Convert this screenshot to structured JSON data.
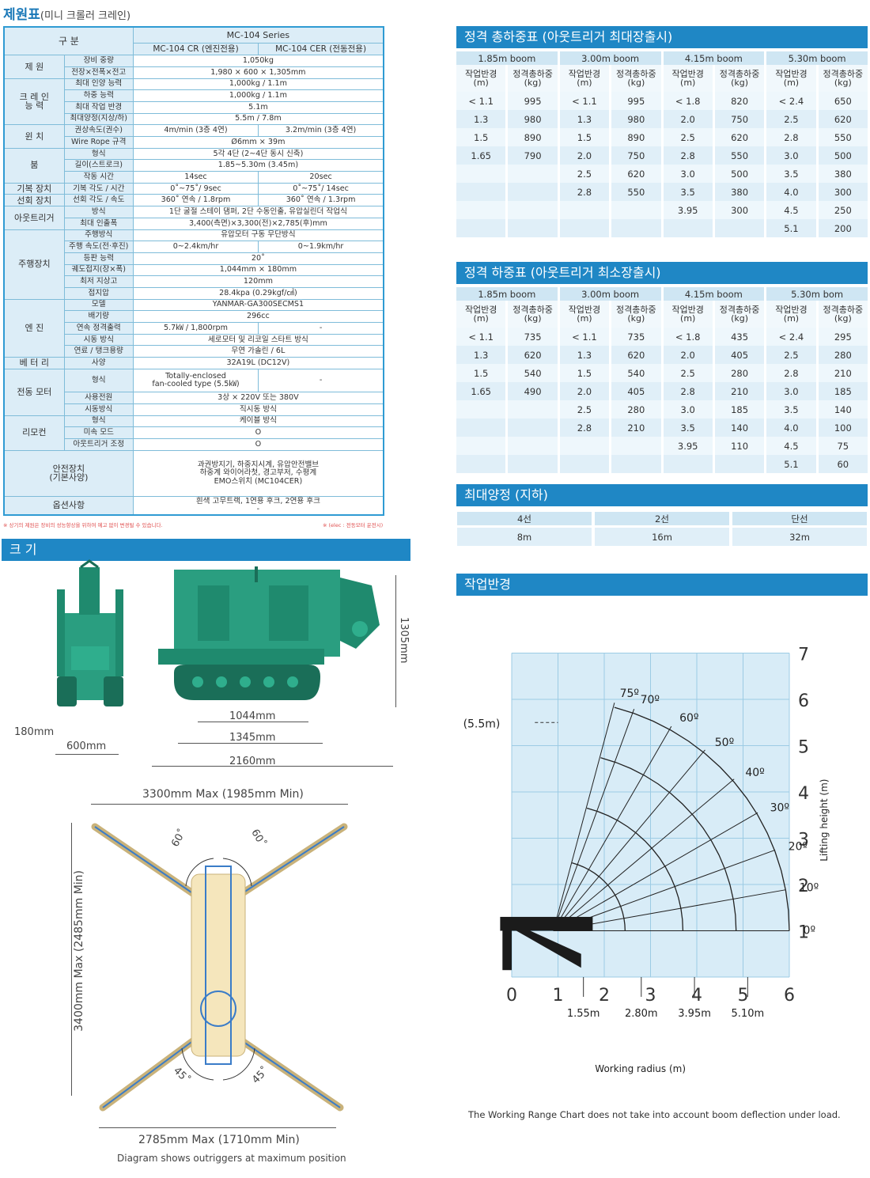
{
  "title": "제원표",
  "subtitle": "(미니 크롤러 크레인)",
  "spec": {
    "head": {
      "col": "구 분",
      "series": "MC-104 Series",
      "cr": "MC-104 CR (엔진전용)",
      "cer": "MC-104 CER (전동전용)"
    },
    "cats": [
      "제 원",
      "크 레 인\n능 력",
      "윈 치",
      "붐",
      "기복 장치",
      "선회 장치",
      "아웃트리거",
      "주행장치",
      "엔 진",
      "베 터 리",
      "전동 모터",
      "리모컨",
      "안전장치\n(기본사양)",
      "옵션사항"
    ],
    "r": [
      [
        "장비 중량",
        "1,050kg"
      ],
      [
        "전장×전폭×전고",
        "1,980 × 600 × 1,305mm"
      ],
      [
        "최대 인양 능력",
        "1,000kg / 1.1m"
      ],
      [
        "하중 능력",
        "1,000kg / 1.1m"
      ],
      [
        "최대 작업 반경",
        "5.1m"
      ],
      [
        "최대양정(지상/하)",
        "5.5m / 7.8m"
      ],
      [
        "권상속도(권수)",
        "4m/min (3층 4연)",
        "3.2m/min (3층 4연)"
      ],
      [
        "Wire Rope 규격",
        "Ø6mm × 39m"
      ],
      [
        "형식",
        "5각 4단 (2~4단 동시 신축)"
      ],
      [
        "길이(스트로크)",
        "1.85~5.30m (3.45m)"
      ],
      [
        "작동 시간",
        "14sec",
        "20sec"
      ],
      [
        "기복 각도 / 시간",
        "0˚~75˚/ 9sec",
        "0˚~75˚/ 14sec"
      ],
      [
        "선회 각도 / 속도",
        "360˚ 연속 / 1.8rpm",
        "360˚ 연속 / 1.3rpm"
      ],
      [
        "방식",
        "1단 굴절 스테이 댐퍼, 2단 수동인출, 유압실린더 작업식"
      ],
      [
        "최대 인출폭",
        "3,400(측면)×3,300(전)×2,785(후)mm"
      ],
      [
        "주행방식",
        "유압모터 구동 무단방식"
      ],
      [
        "주행 속도(전·후진)",
        "0~2.4km/hr",
        "0~1.9km/hr"
      ],
      [
        "등판 능력",
        "20˚"
      ],
      [
        "궤도접지(장×폭)",
        "1,044mm × 180mm"
      ],
      [
        "최저 지상고",
        "120mm"
      ],
      [
        "접지압",
        "28.4kpa (0.29kgf/㎠)"
      ],
      [
        "모델",
        "YANMAR-GA300SECMS1"
      ],
      [
        "배기량",
        "296cc"
      ],
      [
        "연속 정격출력",
        "5.7㎾ / 1,800rpm",
        "-"
      ],
      [
        "시동 방식",
        "세로모터 및 리코일 스타트 방식"
      ],
      [
        "연료 / 탱크용량",
        "무연 가솔린 / 6L"
      ],
      [
        "사양",
        "32A19L (DC12V)"
      ],
      [
        "형식",
        "Totally-enclosed\nfan-cooled type (5.5㎾)",
        "-"
      ],
      [
        "사용전원",
        "3상 × 220V 또는 380V"
      ],
      [
        "시동방식",
        "직시동 방식"
      ],
      [
        "형식",
        "케이블 방식"
      ],
      [
        "미속 모드",
        "O"
      ],
      [
        "아웃트리거 조정",
        "O"
      ],
      [
        "과권방지기, 하중지시계, 유압안전밸브\n하중계 와이어라첫, 경고부저, 수평계",
        "EMO스위치 (MC104CER)"
      ],
      [
        "흰색 고무트랙, 1연용 후크, 2연용 후크",
        "-"
      ]
    ],
    "foot_l": "※ 상기의 제원은 장비의 성능향상을 위하여 예고 없이 변경될 수 있습니다.",
    "foot_r": "※ (elec : 전동모터 운전시)"
  },
  "sec_size": "크 기",
  "dims": {
    "h": "1305mm",
    "w180": "180mm",
    "w600": "600mm",
    "l1044": "1044mm",
    "l1345": "1345mm",
    "l2160": "2160mm",
    "top": "3300mm Max (1985mm Min)",
    "left": "3400mm Max (2485mm Min)",
    "bottom": "2785mm Max (1710mm Min)",
    "a60": "60˚",
    "a45": "45˚",
    "caption": "Diagram shows outriggers at maximum position"
  },
  "t1": {
    "title": "정격 총하중표 (아웃트리거 최대장출시)",
    "booms": [
      "1.85m boom",
      "3.00m boom",
      "4.15m boom",
      "5.30m boom"
    ],
    "rh": "작업반경\n(m)",
    "lh": "정격총하중\n(kg)",
    "rows": [
      [
        "< 1.1",
        "995",
        "< 1.1",
        "995",
        "< 1.8",
        "820",
        "< 2.4",
        "650"
      ],
      [
        "1.3",
        "980",
        "1.3",
        "980",
        "2.0",
        "750",
        "2.5",
        "620"
      ],
      [
        "1.5",
        "890",
        "1.5",
        "890",
        "2.5",
        "620",
        "2.8",
        "550"
      ],
      [
        "1.65",
        "790",
        "2.0",
        "750",
        "2.8",
        "550",
        "3.0",
        "500"
      ],
      [
        "",
        "",
        "2.5",
        "620",
        "3.0",
        "500",
        "3.5",
        "380"
      ],
      [
        "",
        "",
        "2.8",
        "550",
        "3.5",
        "380",
        "4.0",
        "300"
      ],
      [
        "",
        "",
        "",
        "",
        "3.95",
        "300",
        "4.5",
        "250"
      ],
      [
        "",
        "",
        "",
        "",
        "",
        "",
        "5.1",
        "200"
      ]
    ]
  },
  "t2": {
    "title": "정격 하중표 (아웃트리거 최소장출시)",
    "booms": [
      "1.85m boom",
      "3.00m boom",
      "4.15m boom",
      "5.30m bom"
    ],
    "rh": "작업반경\n(m)",
    "lh": "정격총하중\n(kg)",
    "rows": [
      [
        "< 1.1",
        "735",
        "< 1.1",
        "735",
        "< 1.8",
        "435",
        "< 2.4",
        "295"
      ],
      [
        "1.3",
        "620",
        "1.3",
        "620",
        "2.0",
        "405",
        "2.5",
        "280"
      ],
      [
        "1.5",
        "540",
        "1.5",
        "540",
        "2.5",
        "280",
        "2.8",
        "210"
      ],
      [
        "1.65",
        "490",
        "2.0",
        "405",
        "2.8",
        "210",
        "3.0",
        "185"
      ],
      [
        "",
        "",
        "2.5",
        "280",
        "3.0",
        "185",
        "3.5",
        "140"
      ],
      [
        "",
        "",
        "2.8",
        "210",
        "3.5",
        "140",
        "4.0",
        "100"
      ],
      [
        "",
        "",
        "",
        "",
        "3.95",
        "110",
        "4.5",
        "75"
      ],
      [
        "",
        "",
        "",
        "",
        "",
        "",
        "5.1",
        "60"
      ]
    ]
  },
  "t3": {
    "title": "최대양정 (지하)",
    "h": [
      "4선",
      "2선",
      "단선"
    ],
    "v": [
      "8m",
      "16m",
      "32m"
    ]
  },
  "sec_range": "작업반경",
  "chart_data": {
    "type": "diagram",
    "title": "작업반경",
    "xlabel": "Working radius (m)",
    "ylabel": "Lifting height (m)",
    "xlim": [
      0,
      6
    ],
    "ylim": [
      0,
      7
    ],
    "x_ticks": [
      "0",
      "1",
      "2",
      "3",
      "4",
      "5",
      "6"
    ],
    "y_ticks": [
      "1",
      "2",
      "3",
      "4",
      "5",
      "6",
      "7"
    ],
    "angles": [
      "75º",
      "70º",
      "60º",
      "50º",
      "40º",
      "30º",
      "20º",
      "10º",
      "0º"
    ],
    "radius_marks": [
      "1.55m",
      "2.80m",
      "3.95m",
      "5.10m"
    ],
    "max_height_label": "(5.5m)",
    "note": "The Working Range Chart does not take into account boom deflection under load."
  }
}
